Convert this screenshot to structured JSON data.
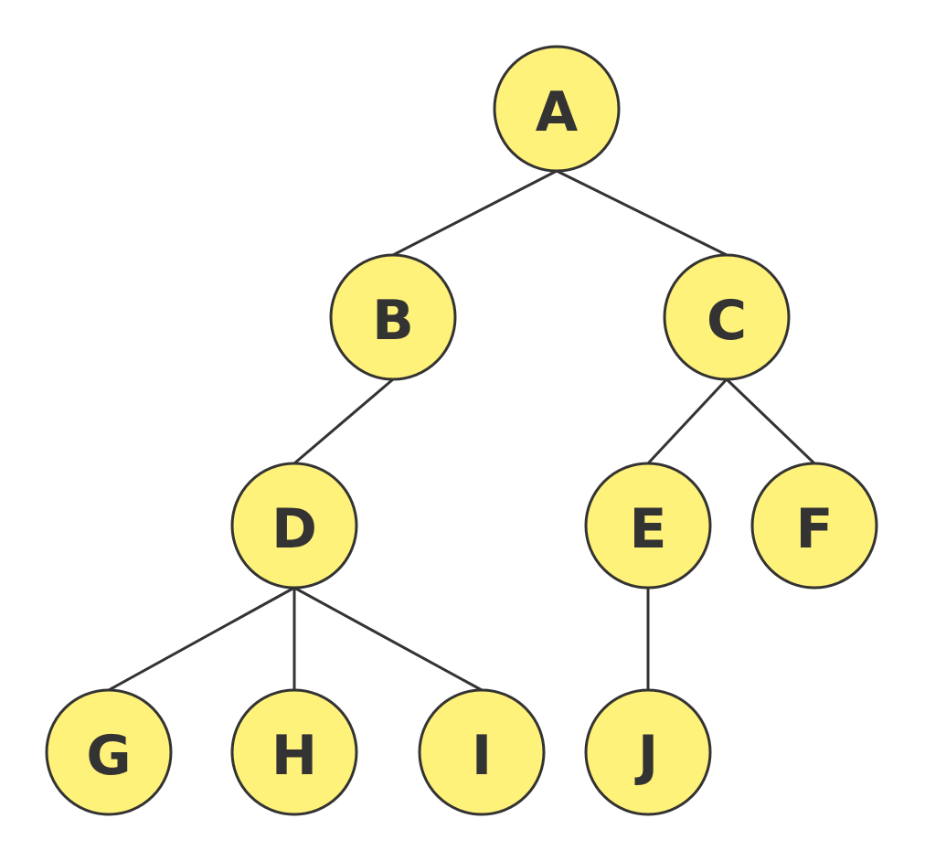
{
  "diagram": {
    "type": "tree",
    "colors": {
      "node_fill": "#fff27a",
      "node_stroke": "#333333",
      "edge": "#333333",
      "label": "#333333",
      "background": "#ffffff"
    },
    "nodes": [
      {
        "id": "A",
        "label": "A"
      },
      {
        "id": "B",
        "label": "B"
      },
      {
        "id": "C",
        "label": "C"
      },
      {
        "id": "D",
        "label": "D"
      },
      {
        "id": "E",
        "label": "E"
      },
      {
        "id": "F",
        "label": "F"
      },
      {
        "id": "G",
        "label": "G"
      },
      {
        "id": "H",
        "label": "H"
      },
      {
        "id": "I",
        "label": "I"
      },
      {
        "id": "J",
        "label": "J"
      }
    ],
    "edges": [
      {
        "from": "A",
        "to": "B"
      },
      {
        "from": "A",
        "to": "C"
      },
      {
        "from": "B",
        "to": "D"
      },
      {
        "from": "C",
        "to": "E"
      },
      {
        "from": "C",
        "to": "F"
      },
      {
        "from": "D",
        "to": "G"
      },
      {
        "from": "D",
        "to": "H"
      },
      {
        "from": "D",
        "to": "I"
      },
      {
        "from": "E",
        "to": "J"
      }
    ]
  }
}
